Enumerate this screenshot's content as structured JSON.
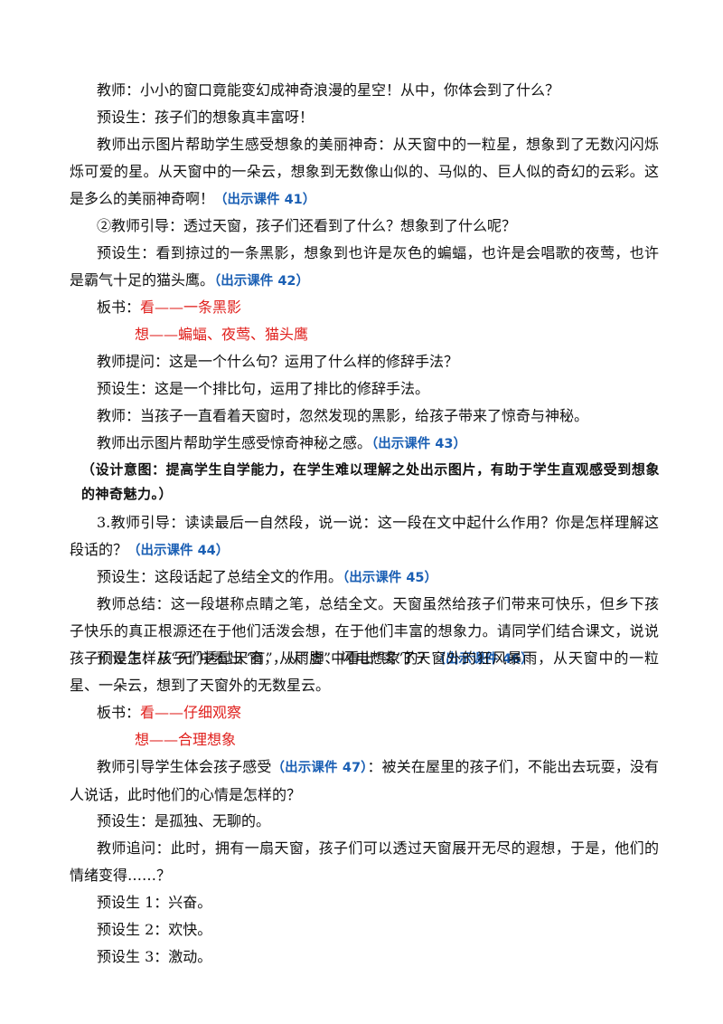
{
  "lines": {
    "l1": "教师：小小的窗口竟能变幻成神奇浪漫的星空！从中，你体会到了什么？",
    "l2": "预设生：孩子们的想象真丰富呀！",
    "l3": "教师出示图片帮助学生感受想象的美丽神奇：从天窗中的一粒星，想象到了无数闪闪烁烁可爱的星。从天窗中的一朵云，想象到无数像山似的、马似的、巨人似的奇幻的云彩。这是多么的美丽神奇啊！",
    "l3_tag": "（出示课件 41）",
    "l4": "②教师引导：透过天窗，孩子们还看到了什么？想象到了什么呢？",
    "l5": "预设生：看到掠过的一条黑影，想象到也许是灰色的蝙蝠，也许是会唱歌的夜莺，也许是霸气十足的猫头鹰。",
    "l5_tag": "（出示课件 42）",
    "bs1_label": "板书：",
    "bs1_a": "看——一条黑影",
    "bs1_b": "想——蝙蝠、夜莺、猫头鹰",
    "l6": "教师提问：这是一个什么句？运用了什么样的修辞手法？",
    "l7": "预设生：这是一个排比句，运用了排比的修辞手法。",
    "l8": "教师：当孩子一直看着天窗时，忽然发现的黑影，给孩子带来了惊奇与神秘。",
    "l9": "教师出示图片帮助学生感受惊奇神秘之感。",
    "l9_tag": "（出示课件 43）",
    "design": "（设计意图：提高学生自学能力，在学生难以理解之处出示图片，有助于学生直观感受到想象的神奇魅力。）",
    "l10": "3.教师引导：读读最后一自然段，说一说：这一段在文中起什么作用？你是怎样理解这段话的？",
    "l10_tag": "（出示课件 44）",
    "l11": "预设生：这段话起了总结全文的作用。",
    "l11_tag": "（出示课件 45）",
    "l12": "教师总结：这一段堪称点睛之笔，总结全文。天窗虽然给孩子们带来可快乐，但乡下孩子快乐的真正根源还在于他们活泼会想，在于他们丰富的想象力。请同学们结合课文，说说孩子们是怎样从“无”中看出“有”，从“虚”中看出“实”的？",
    "l12_tag": "（出示课件 46）",
    "l13": "预设生：孩子们透过天窗，从雨脚、闪电想象了天窗外的狂风暴雨，从天窗中的一粒星、一朵云，想到了天窗外的无数星云。",
    "bs2_label": "板书：",
    "bs2_a": "看——仔细观察",
    "bs2_b": "想——合理想象",
    "l14_pre": "教师引导学生体会孩子感受",
    "l14_tag": "（出示课件 47）",
    "l14_post": "：被关在屋里的孩子们，不能出去玩耍，没有人说话，此时他们的心情是怎样的？",
    "l15": "预设生：是孤独、无聊的。",
    "l16": "教师追问：此时，拥有一扇天窗，孩子们可以透过天窗展开无尽的遐想，于是，他们的情绪变得……？",
    "l17": "预设生 1：兴奋。",
    "l18": "预设生 2：欢快。",
    "l19": "预设生 3：激动。"
  }
}
